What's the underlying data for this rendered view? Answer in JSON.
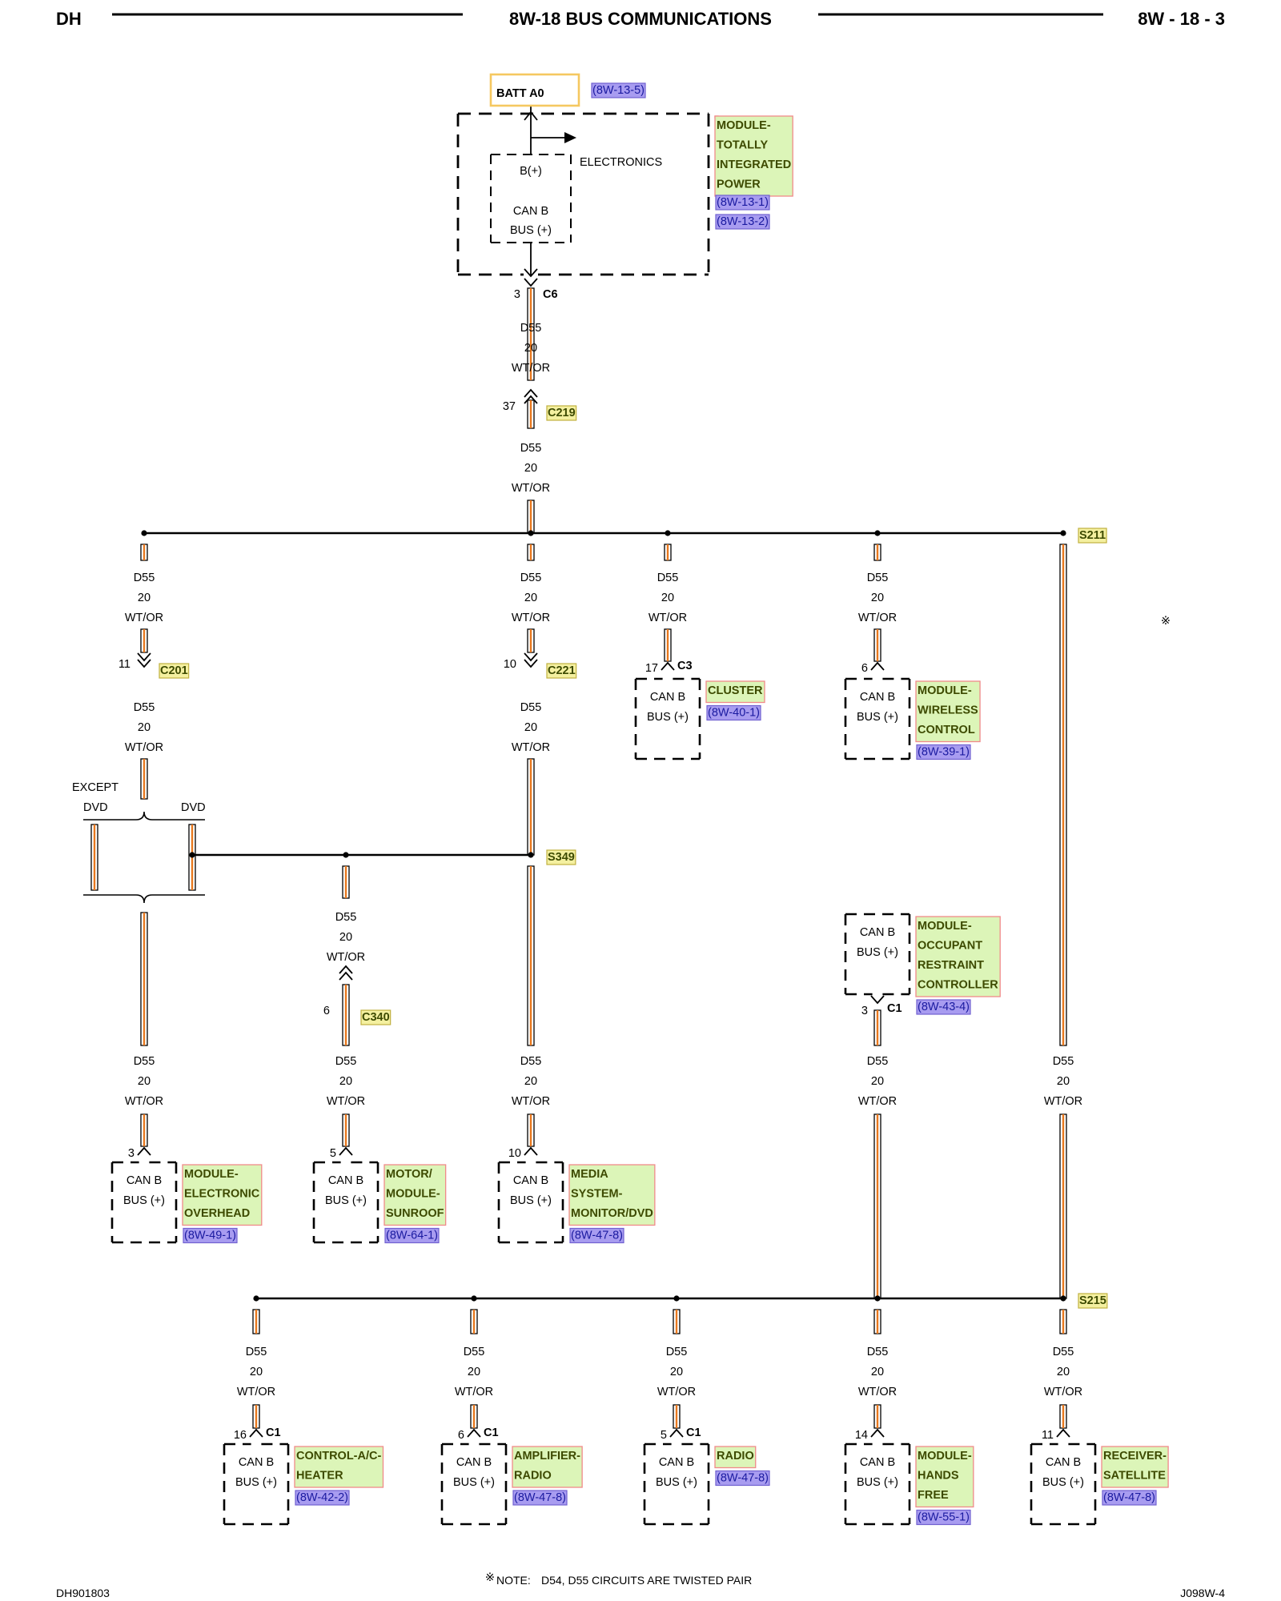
{
  "header": {
    "left": "DH",
    "title": "8W-18 BUS COMMUNICATIONS",
    "right": "8W - 18 - 3"
  },
  "footer": {
    "left": "DH901803",
    "right": "J098W-4",
    "note_label": "NOTE:",
    "note_text": "D54, D55    CIRCUITS ARE TWISTED PAIR"
  },
  "wire": {
    "circuit": "D55",
    "gauge": "20",
    "color": "WT/OR"
  },
  "colors": {
    "wire_white": "#ffffff",
    "wire_orange": "#e8781e",
    "comp_fill": "#dcf5b8",
    "comp_border": "#f08a8a",
    "ref_fill": "#a89cf0",
    "splice_fill": "#f4f0a0",
    "batt_border": "#f5c860"
  },
  "batt": {
    "label": "BATT A0",
    "ref": "(8W-13-5)"
  },
  "tipm": {
    "name": [
      "MODULE-",
      "TOTALLY",
      "INTEGRATED",
      "POWER"
    ],
    "refs": [
      "(8W-13-1)",
      "(8W-13-2)"
    ],
    "electronics": "ELECTRONICS",
    "bplus": "B(+)",
    "can": [
      "CAN B",
      "BUS (+)"
    ],
    "pin": "3",
    "connector": "C6"
  },
  "connectors": {
    "c219": {
      "pin": "37",
      "label": "C219"
    },
    "c201": {
      "pin": "11",
      "label": "C201"
    },
    "c221": {
      "pin": "10",
      "label": "C221"
    },
    "c340": {
      "pin": "6",
      "label": "C340"
    }
  },
  "splices": {
    "s211": "S211",
    "s349": "S349",
    "s215": "S215"
  },
  "dvd_option": {
    "except": "EXCEPT",
    "left": "DVD",
    "right": "DVD"
  },
  "twisted_mark": "※",
  "modules": {
    "cluster": {
      "can": [
        "CAN B",
        "BUS (+)"
      ],
      "pin": "17",
      "connector": "C3",
      "name": [
        "CLUSTER"
      ],
      "ref": "(8W-40-1)"
    },
    "wcm": {
      "can": [
        "CAN B",
        "BUS (+)"
      ],
      "pin": "6",
      "connector": "",
      "name": [
        "MODULE-",
        "WIRELESS",
        "CONTROL"
      ],
      "ref": "(8W-39-1)"
    },
    "orc": {
      "can": [
        "CAN B",
        "BUS (+)"
      ],
      "pin": "3",
      "connector": "C1",
      "name": [
        "MODULE-",
        "OCCUPANT",
        "RESTRAINT",
        "CONTROLLER"
      ],
      "ref": "(8W-43-4)"
    },
    "eom": {
      "can": [
        "CAN B",
        "BUS (+)"
      ],
      "pin": "3",
      "connector": "",
      "name": [
        "MODULE-",
        "ELECTRONIC",
        "OVERHEAD"
      ],
      "ref": "(8W-49-1)"
    },
    "sunroof": {
      "can": [
        "CAN B",
        "BUS (+)"
      ],
      "pin": "5",
      "connector": "",
      "name": [
        "MOTOR/",
        "MODULE-",
        "SUNROOF"
      ],
      "ref": "(8W-64-1)"
    },
    "media": {
      "can": [
        "CAN B",
        "BUS (+)"
      ],
      "pin": "10",
      "connector": "",
      "name": [
        "MEDIA",
        "SYSTEM-",
        "MONITOR/DVD"
      ],
      "ref": "(8W-47-8)"
    },
    "hvac": {
      "can": [
        "CAN B",
        "BUS (+)"
      ],
      "pin": "16",
      "connector": "C1",
      "name": [
        "CONTROL-A/C-",
        "HEATER"
      ],
      "ref": "(8W-42-2)"
    },
    "amp": {
      "can": [
        "CAN B",
        "BUS (+)"
      ],
      "pin": "6",
      "connector": "C1",
      "name": [
        "AMPLIFIER-",
        "RADIO"
      ],
      "ref": "(8W-47-8)"
    },
    "radio": {
      "can": [
        "CAN B",
        "BUS (+)"
      ],
      "pin": "5",
      "connector": "C1",
      "name": [
        "RADIO"
      ],
      "ref": "(8W-47-8)"
    },
    "hfm": {
      "can": [
        "CAN B",
        "BUS (+)"
      ],
      "pin": "14",
      "connector": "",
      "name": [
        "MODULE-",
        "HANDS",
        "FREE"
      ],
      "ref": "(8W-55-1)"
    },
    "sdars": {
      "can": [
        "CAN B",
        "BUS (+)"
      ],
      "pin": "11",
      "connector": "",
      "name": [
        "RECEIVER-",
        "SATELLITE"
      ],
      "ref": "(8W-47-8)"
    }
  }
}
